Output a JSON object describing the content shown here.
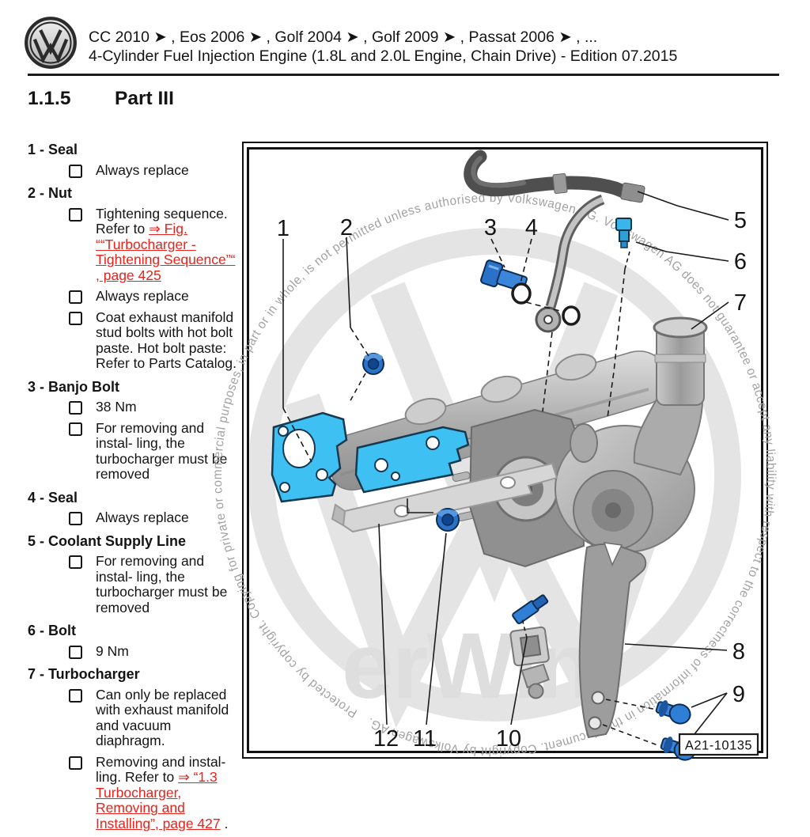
{
  "header": {
    "logo": "vw-logo",
    "models_line": "CC 2010 ➤ , Eos 2006 ➤ , Golf 2004 ➤ , Golf 2009 ➤ , Passat 2006 ➤ , ...",
    "subtitle_line": "4-Cylinder Fuel Injection Engine (1.8L and 2.0L Engine, Chain Drive) - Edition 07.2015"
  },
  "section": {
    "number": "1.1.5",
    "title": "Part III"
  },
  "parts_list": [
    {
      "label": "1 - Seal",
      "bullets": [
        {
          "text": "Always replace"
        }
      ]
    },
    {
      "label": "2 - Nut",
      "bullets": [
        {
          "text": "Tightening sequence. Refer to ",
          "link": "⇒ Fig. ““Turbocharger - Tightening Sequence”“ , page 425"
        },
        {
          "text": "Always replace"
        },
        {
          "text": "Coat exhaust manifold stud bolts with hot bolt paste. Hot bolt paste: Refer to Parts Catalog."
        }
      ]
    },
    {
      "label": "3 - Banjo Bolt",
      "bullets": [
        {
          "text": "38 Nm"
        },
        {
          "text": "For removing and instal- ling, the turbocharger must be removed"
        }
      ]
    },
    {
      "label": "4 - Seal",
      "bullets": [
        {
          "text": "Always replace"
        }
      ]
    },
    {
      "label": "5 - Coolant Supply Line",
      "bullets": [
        {
          "text": "For removing and instal- ling, the turbocharger must be removed"
        }
      ]
    },
    {
      "label": "6 - Bolt",
      "bullets": [
        {
          "text": "9 Nm"
        }
      ]
    },
    {
      "label": "7 - Turbocharger",
      "bullets": [
        {
          "text": "Can only be replaced with exhaust manifold and vacuum diaphragm."
        },
        {
          "text": "Removing and instal- ling. Refer to ",
          "link": "⇒ “1.3 Turbocharger, Removing and Installing”, page 427",
          "suffix": " ."
        }
      ]
    }
  ],
  "figure": {
    "figure_id": "A21-10135",
    "callouts": [
      "1",
      "2",
      "3",
      "4",
      "5",
      "6",
      "7",
      "8",
      "9",
      "10",
      "11",
      "12"
    ],
    "watermark_circle_text": "Protected by copyright. Copying for private or commercial purposes, in part or in whole, is not permitted unless authorised by Volkswagen AG. Volkswagen AG does not guarantee or accept any liability with respect to the correctness of information in this document. Copyright by Volkswagen AG.",
    "watermark_brand": "erWin",
    "highlight_color": "#3fc0f2",
    "bolt_color": "#2a72c8",
    "link_color": "#e8231c"
  }
}
